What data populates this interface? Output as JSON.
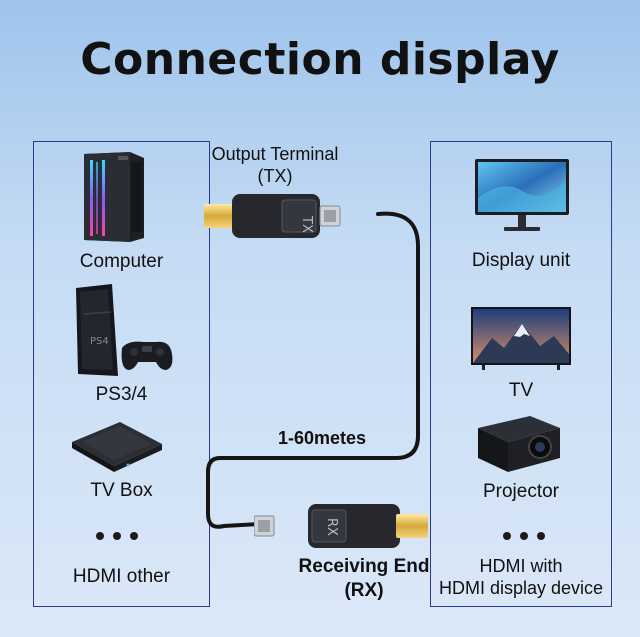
{
  "title": "Connection display",
  "transmitter": {
    "name": "Output Terminal",
    "code": "(TX)",
    "device_text": "TX"
  },
  "receiver": {
    "name": "Receiving End",
    "code": "(RX)",
    "device_text": "RX"
  },
  "cable_length": "1-60metes",
  "sources": [
    {
      "label": "Computer",
      "icon": "computer-tower-icon"
    },
    {
      "label": "PS3/4",
      "icon": "game-console-icon"
    },
    {
      "label": "TV Box",
      "icon": "tv-box-icon"
    },
    {
      "label": "HDMI other",
      "icon": "more-dots-icon"
    }
  ],
  "displays": [
    {
      "label": "Display unit",
      "icon": "monitor-icon"
    },
    {
      "label": "TV",
      "icon": "tv-icon"
    },
    {
      "label": "Projector",
      "icon": "projector-icon"
    },
    {
      "label": "HDMI with",
      "label2": "HDMI display device",
      "icon": "more-dots-icon"
    }
  ]
}
